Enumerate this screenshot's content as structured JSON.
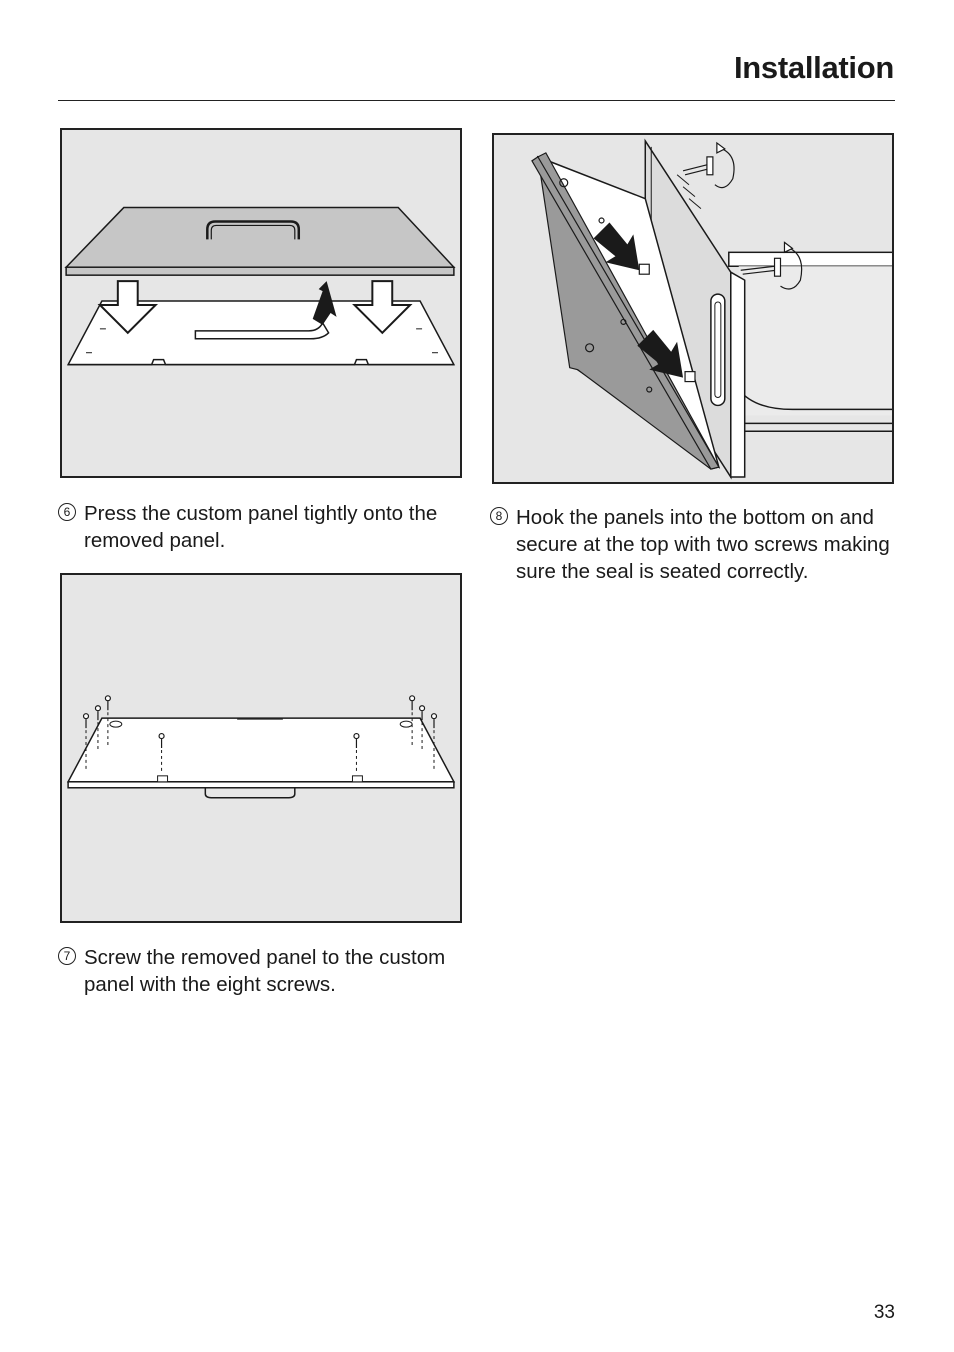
{
  "header": {
    "title": "Installation"
  },
  "steps": [
    {
      "number": "6",
      "text": "Press the custom panel tightly onto the removed panel."
    },
    {
      "number": "7",
      "text": "Screw the removed panel to the custom panel with the eight screws."
    },
    {
      "number": "8",
      "text": "Hook the panels into the bottom on and secure at the top with two screws making sure the seal is seated correctly."
    }
  ],
  "footer": {
    "page_number": "33"
  },
  "colors": {
    "figure_background": "#e6e6e6",
    "panel_fill": "#c6c6c6",
    "line": "#1a1a1a"
  }
}
